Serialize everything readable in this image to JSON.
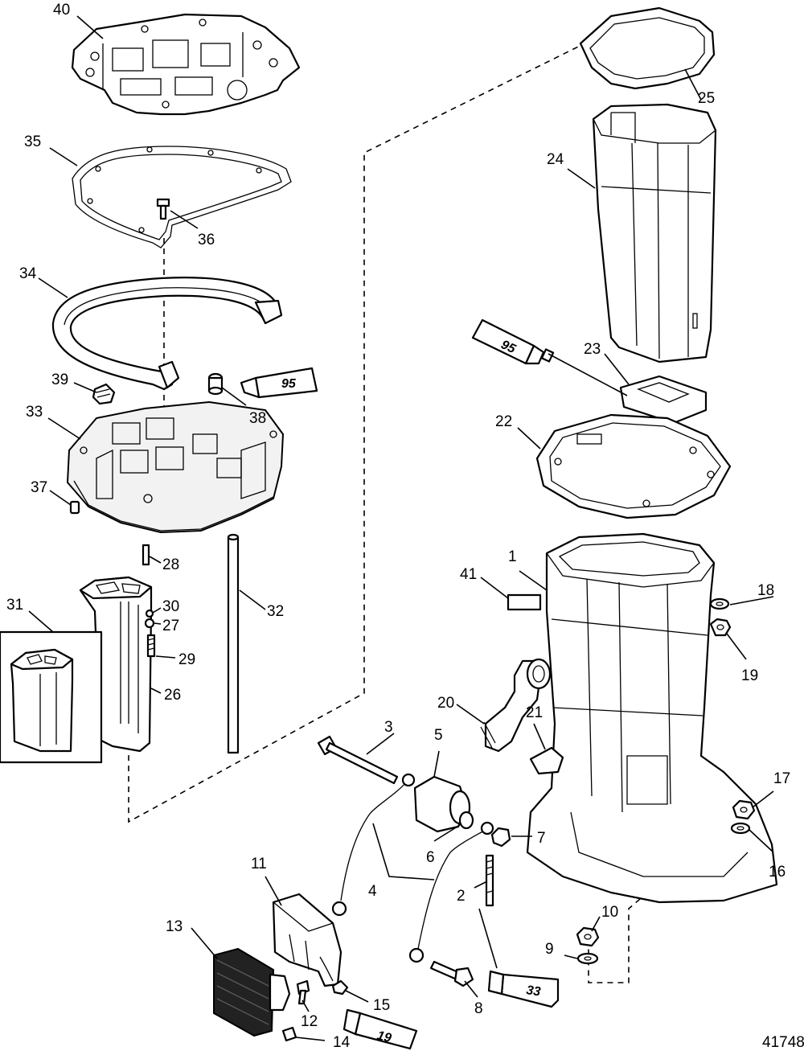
{
  "figure_id": "41748",
  "callouts": {
    "c1": "1",
    "c2": "2",
    "c3": "3",
    "c4": "4",
    "c5": "5",
    "c6": "6",
    "c7": "7",
    "c8": "8",
    "c9": "9",
    "c10": "10",
    "c11": "11",
    "c12": "12",
    "c13": "13",
    "c14": "14",
    "c15": "15",
    "c16": "16",
    "c17": "17",
    "c18": "18",
    "c19": "19",
    "c20": "20",
    "c21": "21",
    "c22": "22",
    "c23": "23",
    "c24": "24",
    "c25": "25",
    "c26": "26",
    "c27": "27",
    "c28": "28",
    "c29": "29",
    "c30": "30",
    "c31": "31",
    "c32": "32",
    "c33": "33",
    "c34": "34",
    "c35": "35",
    "c36": "36",
    "c37": "37",
    "c38": "38",
    "c39": "39",
    "c40": "40",
    "c41": "41"
  },
  "tube_labels": {
    "tube_95_right": "95",
    "tube_95_left": "95",
    "tube_33": "33",
    "tube_19": "19"
  }
}
